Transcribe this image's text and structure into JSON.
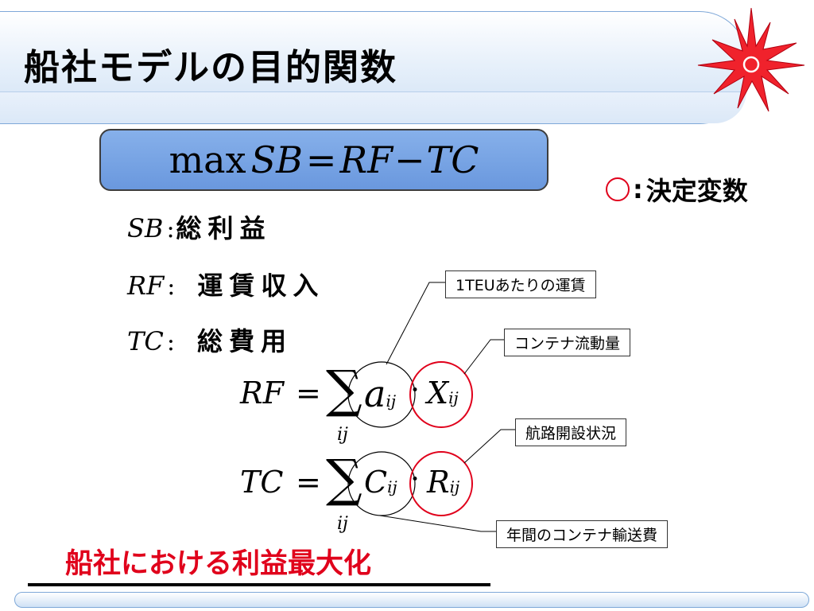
{
  "title": "船社モデルの目的関数",
  "objective": {
    "max": "max",
    "lhs": "SB",
    "eq": "=",
    "rf": "RF",
    "minus": "−",
    "tc": "TC"
  },
  "decision_legend": {
    "symbol": "○",
    "colon": ":",
    "label": "決定変数"
  },
  "definitions": [
    {
      "symbol": "SB",
      "colon": ":",
      "term": "総利益"
    },
    {
      "symbol": "RF",
      "colon": ":",
      "term": "運賃収入"
    },
    {
      "symbol": "TC",
      "colon": ":",
      "term": "総費用"
    }
  ],
  "formula_rf": {
    "lhs": "RF",
    "eq": "=",
    "sum_index": "ij",
    "var1": "a",
    "sub1": "ij",
    "dot": "·",
    "var2": "X",
    "sub2": "ij"
  },
  "formula_tc": {
    "lhs": "TC",
    "eq": "=",
    "sum_index": "ij",
    "var1": "C",
    "sub1": "ij",
    "dot": "·",
    "var2": "R",
    "sub2": "ij"
  },
  "annotations": {
    "freight_rate": "1TEUあたりの運賃",
    "container_flow": "コンテナ流動量",
    "route_status": "航路開設状況",
    "annual_cost": "年間のコンテナ輸送費"
  },
  "conclusion": "船社における利益最大化",
  "colors": {
    "accent_red": "#e0001b",
    "box_blue": "#7aa5e6",
    "banner_blue": "#cfe1f5"
  },
  "icons": {
    "compass": "compass-star-icon"
  }
}
